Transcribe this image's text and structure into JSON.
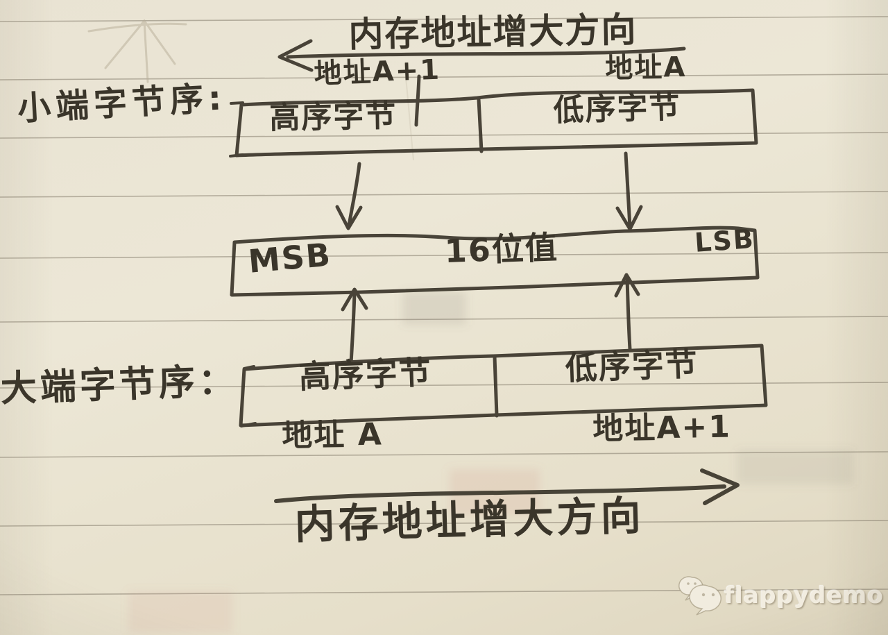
{
  "colors": {
    "paper": "#e9e3d3",
    "ink": "#3a352a",
    "rule_line": "#8b8373",
    "watermark": "#f2ede0"
  },
  "top": {
    "direction_label": "内存地址增大方向",
    "arrow_direction": "left"
  },
  "little_endian": {
    "row_label": "小端字节序:",
    "address_high_label": "地址A+1",
    "address_low_label": "地址A",
    "cells": [
      {
        "label": "高序字节"
      },
      {
        "label": "低序字节"
      }
    ]
  },
  "value_box": {
    "msb_label": "MSB",
    "center_label": "16位值",
    "lsb_label": "LSB"
  },
  "big_endian": {
    "row_label": "大端字节序：",
    "cells": [
      {
        "label": "高序字节"
      },
      {
        "label": "低序字节"
      }
    ],
    "address_low_label": "地址 A",
    "address_high_label": "地址A+1"
  },
  "bottom": {
    "direction_label": "内存地址增大方向",
    "arrow_direction": "right"
  },
  "watermark": {
    "text": "flappydemo",
    "logo": "wechat-bubbles-icon"
  }
}
